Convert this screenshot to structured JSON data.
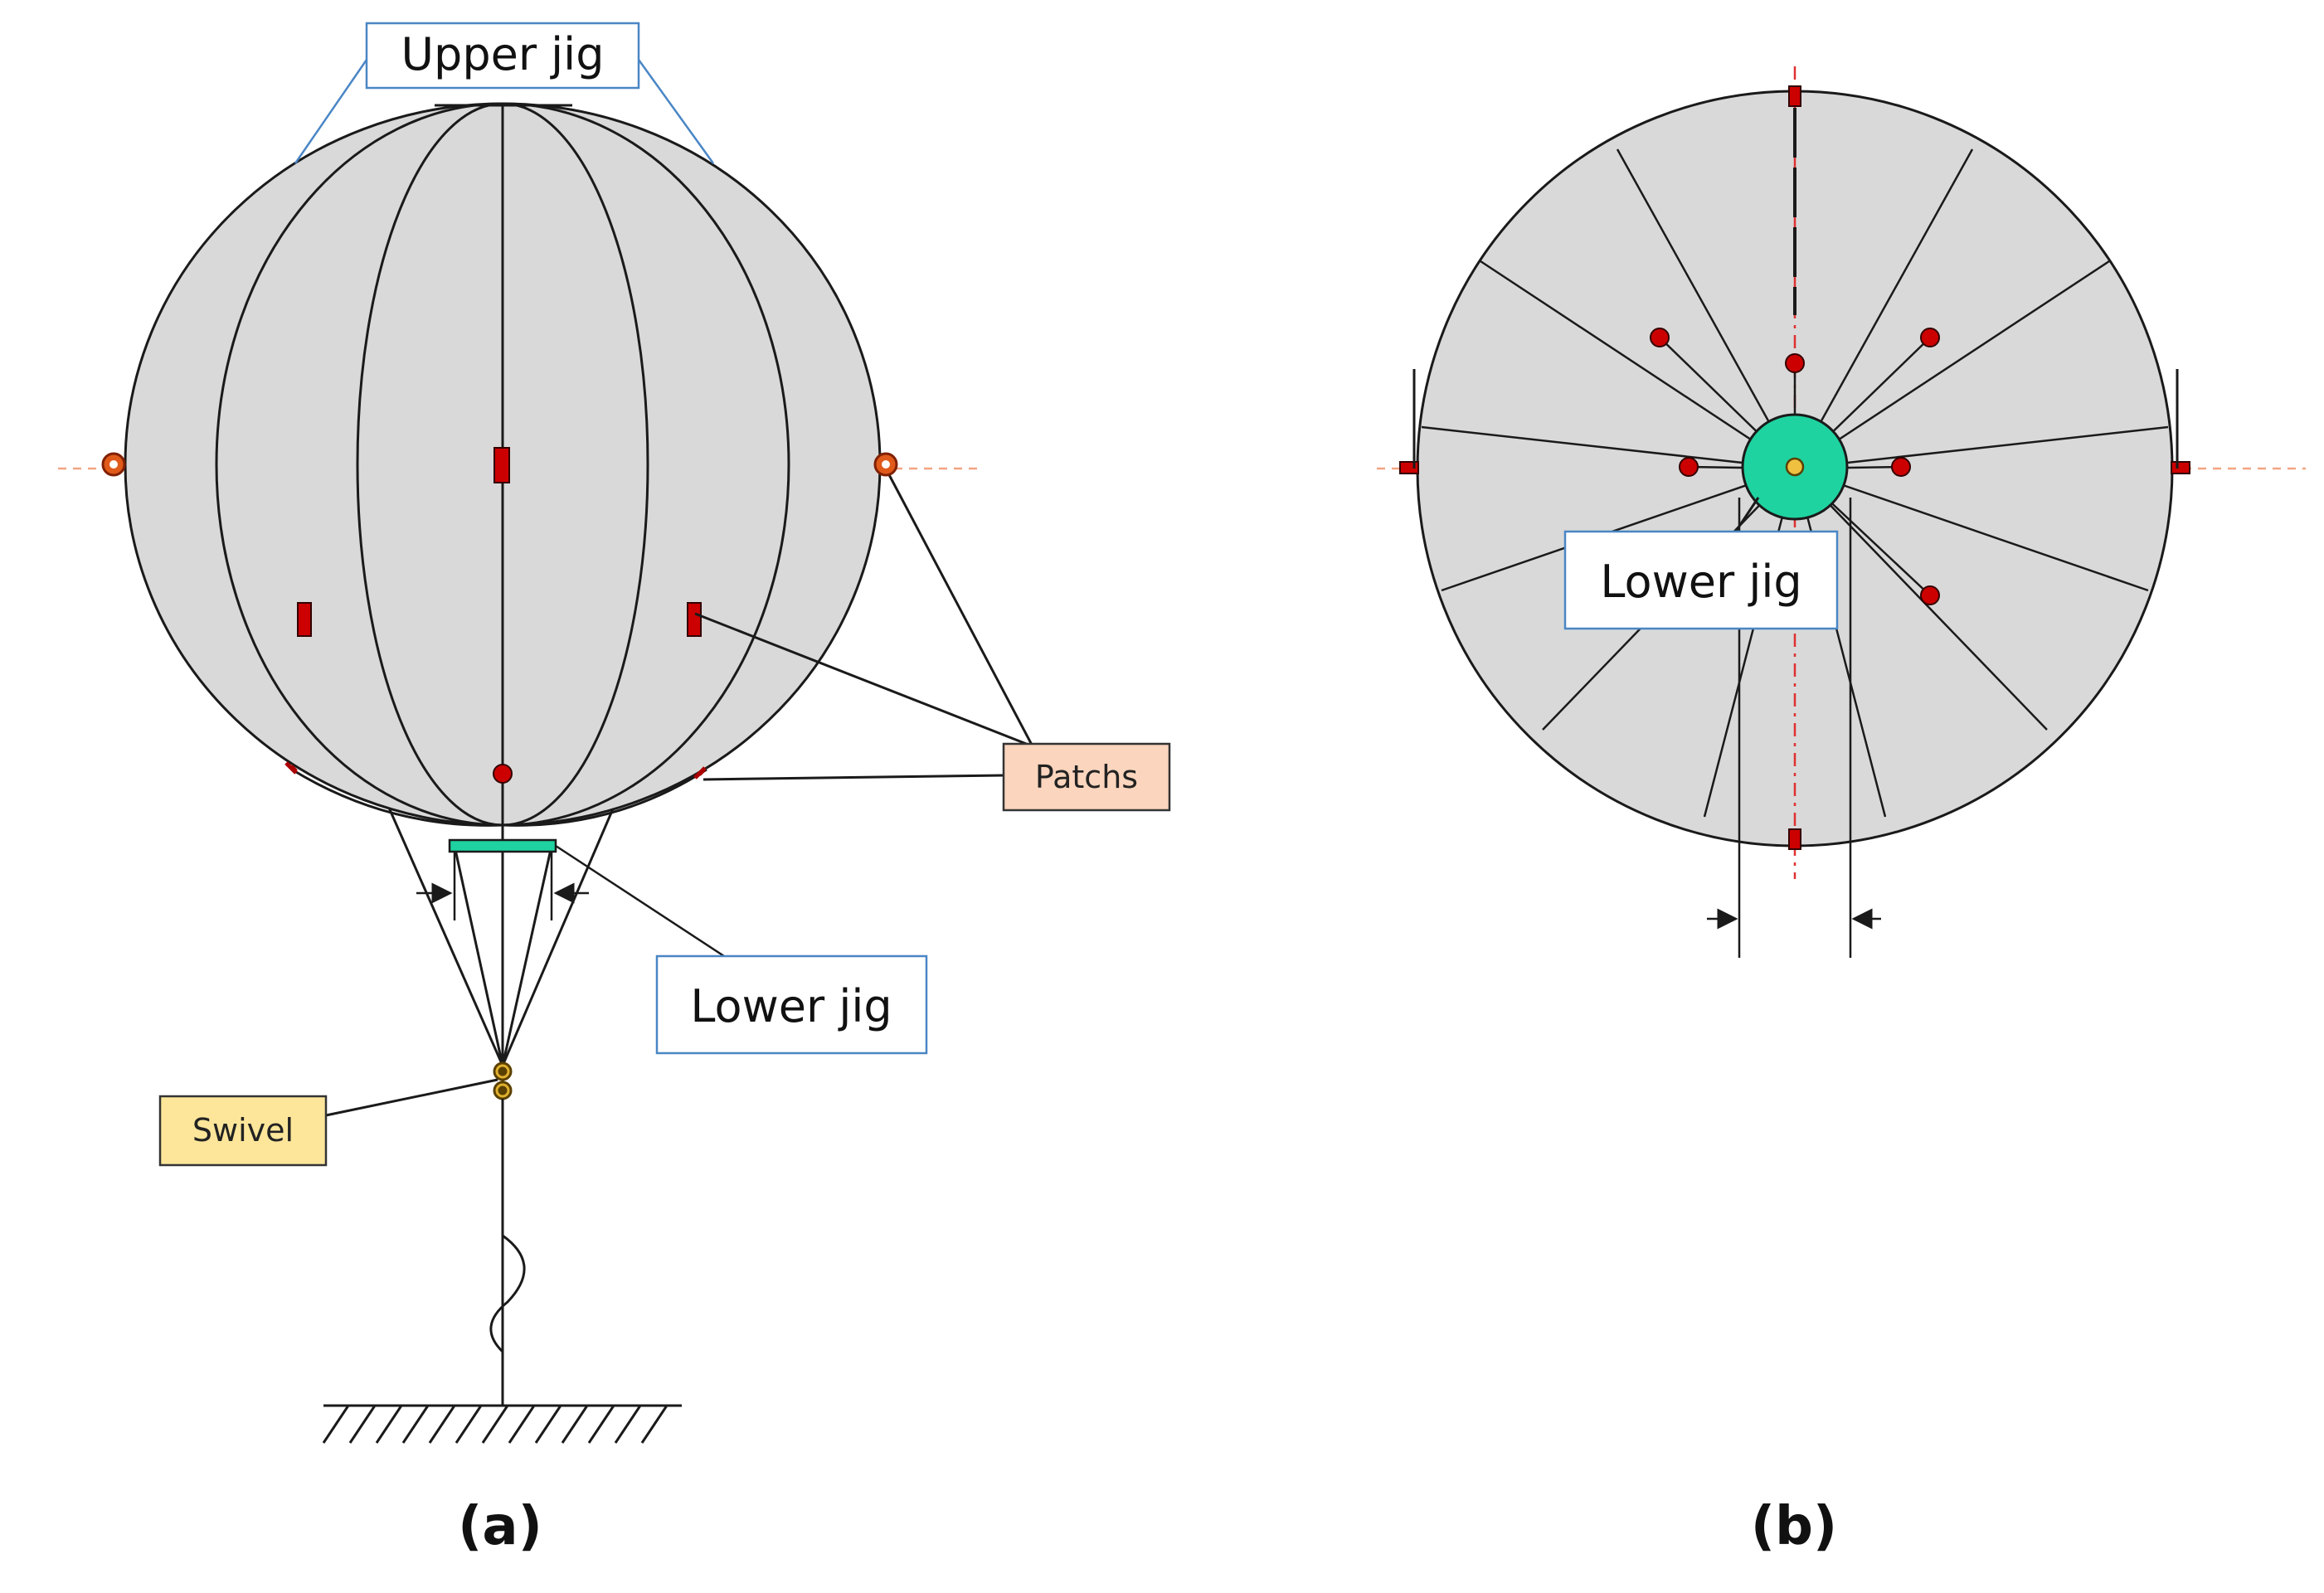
{
  "panel_a": {
    "caption": "(a)",
    "labels": {
      "upper_jig": "Upper jig",
      "lower_jig": "Lower jig",
      "patchs": "Patchs",
      "swivel": "Swivel"
    }
  },
  "panel_b": {
    "caption": "(b)",
    "labels": {
      "lower_jig": "Lower jig"
    }
  },
  "colors": {
    "balloon_fill": "#d9d9d9",
    "outline": "#1a1a1a",
    "patch_red": "#cc0000",
    "jig_green": "#1fd3a0",
    "swivel_gold": "#b8860b",
    "patch_box_fill": "#fbd5bd",
    "swivel_box_fill": "#fde69a",
    "callout_line": "#4a86c5",
    "centerline": "#f4a582"
  }
}
